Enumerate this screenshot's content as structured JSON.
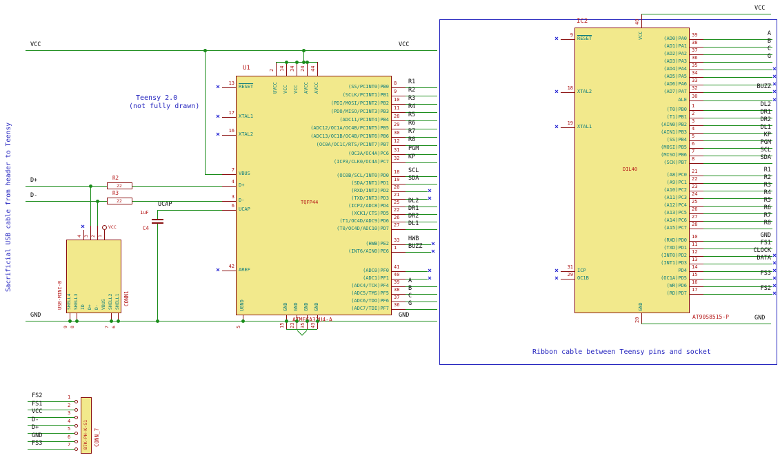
{
  "colors": {
    "wire": "#1a8c1a",
    "pin": "#8a1010",
    "pin_name": "#0e7d7d",
    "pin_number": "#aa1111",
    "ref_value": "#b51818",
    "body_fill": "#f2e98c",
    "body_border": "#8a1010",
    "label": "#0a0a0a",
    "note": "#2626bf",
    "nc": "#2b2bd4",
    "sheet_box": "#2626bf"
  },
  "symbols": {
    "nc_mark": "×"
  },
  "notes": {
    "usb_cable": "Sacrificial USB cable from header to Teensy",
    "teensy_line1": "Teensy 2.0",
    "teensy_line2": "(not fully drawn)",
    "ribbon": "Ribbon cable between Teensy pins and socket"
  },
  "net_labels": {
    "vcc": "VCC",
    "gnd": "GND",
    "dplus": "D+",
    "dminus": "D-",
    "ucap": "UCAP"
  },
  "power_port": {
    "label": "VCC"
  },
  "u1": {
    "ref": "U1",
    "footprint": "TQFP44",
    "value": "ATMEGA32U4-A",
    "left_pins": [
      {
        "num": "13",
        "name": "RESET",
        "nc": true,
        "overline": true
      },
      {
        "num": "17",
        "name": "XTAL1",
        "nc": true
      },
      {
        "num": "16",
        "name": "XTAL2",
        "nc": true
      },
      {
        "num": "7",
        "name": "VBUS"
      },
      {
        "num": "4",
        "name": "D+"
      },
      {
        "num": "3",
        "name": "D-"
      },
      {
        "num": "6",
        "name": "UCAP"
      },
      {
        "num": "42",
        "name": "AREF",
        "nc": true
      }
    ],
    "top_pins": [
      {
        "num": "2",
        "name": "UVCC"
      },
      {
        "num": "14",
        "name": "VCC"
      },
      {
        "num": "34",
        "name": "VCC"
      },
      {
        "num": "24",
        "name": "AVCC"
      },
      {
        "num": "44",
        "name": "AVCC"
      }
    ],
    "bottom_pins": [
      {
        "num": "5",
        "name": "UGND"
      },
      {
        "num": "15",
        "name": "GND"
      },
      {
        "num": "23",
        "name": "GND"
      },
      {
        "num": "35",
        "name": "GND"
      },
      {
        "num": "43",
        "name": "GND"
      }
    ],
    "right_groups": [
      {
        "pins": [
          {
            "num": "8",
            "name": "(SS/PCINT0)PB0",
            "label": "R1"
          },
          {
            "num": "9",
            "name": "(SCLK/PCINT1)PB1",
            "label": "R2"
          },
          {
            "num": "10",
            "name": "(PDI/MOSI/PCINT2)PB2",
            "label": "R3"
          },
          {
            "num": "11",
            "name": "(PDO/MISO/PCINT3)PB3",
            "label": "R4"
          },
          {
            "num": "28",
            "name": "(ADC11/PCINT4)PB4",
            "label": "R5"
          },
          {
            "num": "29",
            "name": "(ADC12/OC1A/OC4B/PCINT5)PB5",
            "label": "R6"
          },
          {
            "num": "30",
            "name": "(ADC13/OC1B/OC4B/PCINT6)PB6",
            "label": "R7"
          },
          {
            "num": "12",
            "name": "(OC0A/OC1C/RTS/PCINT7)PB7",
            "label": "R8"
          }
        ]
      },
      {
        "pins": [
          {
            "num": "31",
            "name": "(OC3A/OC4A)PC6",
            "label": "PGM"
          },
          {
            "num": "32",
            "name": "(ICP3/CLK0/OC4A)PC7",
            "label": "KP"
          }
        ]
      },
      {
        "pins": [
          {
            "num": "18",
            "name": "(OC0B/SCL/INT0)PD0",
            "label": "SCL"
          },
          {
            "num": "19",
            "name": "(SDA/INT1)PD1",
            "label": "SDA"
          },
          {
            "num": "20",
            "name": "(RXD/INT2)PD2",
            "nc": true
          },
          {
            "num": "21",
            "name": "(TXD/INT3)PD3",
            "nc": true
          },
          {
            "num": "25",
            "name": "(ICP2/ADC8)PD4",
            "label": "DL2"
          },
          {
            "num": "22",
            "name": "(XCK1/CTS)PD5",
            "label": "DR1"
          },
          {
            "num": "26",
            "name": "(T1/OC4D/ADC9)PD6",
            "label": "DR2"
          },
          {
            "num": "27",
            "name": "(T0/OC4D/ADC10)PD7",
            "label": "DL1"
          }
        ]
      },
      {
        "pins": [
          {
            "num": "33",
            "name": "(HWB)PE2",
            "label": "HWB",
            "nc": true
          },
          {
            "num": "1",
            "name": "(INT6/AIN0)PE6",
            "label": "BUZZ",
            "nc": true
          }
        ]
      },
      {
        "pins": [
          {
            "num": "41",
            "name": "(ADC0)PF0",
            "nc": true
          },
          {
            "num": "40",
            "name": "(ADC1)PF1",
            "nc": true
          },
          {
            "num": "39",
            "name": "(ADC4/TCK)PF4",
            "label": "A"
          },
          {
            "num": "38",
            "name": "(ADC5/TMS)PF5",
            "label": "B"
          },
          {
            "num": "37",
            "name": "(ADC6/TDO)PF6",
            "label": "C"
          },
          {
            "num": "36",
            "name": "(ADC7/TDI)PF7",
            "label": "G"
          }
        ]
      }
    ]
  },
  "ic2": {
    "ref": "IC2",
    "value": "AT90S8515-P",
    "footprint": "DIL40",
    "left_pins": [
      {
        "num": "9",
        "name": "RESET",
        "nc": true,
        "overline": true
      },
      {
        "num": "18",
        "name": "XTAL2",
        "nc": true
      },
      {
        "num": "19",
        "name": "XTAL1",
        "nc": true
      },
      {
        "num": "31",
        "name": "ICP",
        "nc": true
      },
      {
        "num": "29",
        "name": "OC1B",
        "nc": true
      }
    ],
    "top_pins": [
      {
        "num": "40",
        "name": "VCC"
      }
    ],
    "bottom_pins": [
      {
        "num": "20",
        "name": "GND"
      }
    ],
    "right_groups": [
      {
        "pins": [
          {
            "num": "39",
            "name": "(AD0)PA0",
            "label": "A"
          },
          {
            "num": "38",
            "name": "(AD1)PA1",
            "label": "B"
          },
          {
            "num": "37",
            "name": "(AD2)PA2",
            "label": "C"
          },
          {
            "num": "36",
            "name": "(AD3)PA3",
            "label": "G"
          },
          {
            "num": "35",
            "name": "(AD4)PA4",
            "nc": true
          },
          {
            "num": "34",
            "name": "(AD5)PA5",
            "nc": true
          },
          {
            "num": "33",
            "name": "(AD6)PA6",
            "nc": true
          },
          {
            "num": "32",
            "name": "(AD7)PA7",
            "label": "BUZZ",
            "nc": true
          }
        ]
      },
      {
        "pins": [
          {
            "num": "30",
            "name": "ALE",
            "nc": true
          }
        ]
      },
      {
        "pins": [
          {
            "num": "1",
            "name": "(T0)PB0",
            "label": "DL2"
          },
          {
            "num": "2",
            "name": "(T1)PB1",
            "label": "DR1"
          },
          {
            "num": "3",
            "name": "(AIN0)PB2",
            "label": "DR2"
          },
          {
            "num": "4",
            "name": "(AIN1)PB3",
            "label": "DL1"
          },
          {
            "num": "5",
            "name": "(SS)PB4",
            "label": "KP"
          },
          {
            "num": "6",
            "name": "(MOSI)PB5",
            "label": "PGM"
          },
          {
            "num": "7",
            "name": "(MISO)PB6",
            "label": "SCL"
          },
          {
            "num": "8",
            "name": "(SCK)PB7",
            "label": "SDA"
          }
        ]
      },
      {
        "pins": [
          {
            "num": "21",
            "name": "(A8)PC0",
            "label": "R1"
          },
          {
            "num": "22",
            "name": "(A9)PC1",
            "label": "R2"
          },
          {
            "num": "23",
            "name": "(A10)PC2",
            "label": "R3"
          },
          {
            "num": "24",
            "name": "(A11)PC3",
            "label": "R4"
          },
          {
            "num": "25",
            "name": "(A12)PC4",
            "label": "R5"
          },
          {
            "num": "26",
            "name": "(A13)PC5",
            "label": "R6"
          },
          {
            "num": "27",
            "name": "(A14)PC6",
            "label": "R7"
          },
          {
            "num": "28",
            "name": "(A15)PC7",
            "label": "R8"
          }
        ]
      },
      {
        "pins": [
          {
            "num": "10",
            "name": "(RXD)PD0",
            "label": "GND"
          },
          {
            "num": "11",
            "name": "(TXD)PD1",
            "label": "FS1"
          },
          {
            "num": "12",
            "name": "(INT0)PD2",
            "label": "CLOCK",
            "nc": true
          },
          {
            "num": "13",
            "name": "(INT1)PD3",
            "label": "DATA",
            "nc": true
          },
          {
            "num": "14",
            "name": "PD4",
            "nc": true
          },
          {
            "num": "15",
            "name": "(OC1A)PD5",
            "label": "FS3",
            "nc": true
          },
          {
            "num": "16",
            "name": "(WR)PD6",
            "nc": true
          },
          {
            "num": "17",
            "name": "(RD)PD7",
            "label": "FS2",
            "nc": true
          }
        ]
      }
    ]
  },
  "conn1": {
    "ref": "CONN1",
    "value": "USB-MINI-B",
    "columns": [
      {
        "name": "SHELL4",
        "num": "9",
        "side": "bottom"
      },
      {
        "name": "SHELL3",
        "num": "8",
        "side": "bottom"
      },
      {
        "name": "ID",
        "num": "4",
        "side": "top",
        "nc": true
      },
      {
        "name": "D+",
        "num": "3",
        "side": "top"
      },
      {
        "name": "D-",
        "num": "2",
        "side": "top"
      },
      {
        "name": "VBUS",
        "num": "1",
        "side": "top",
        "power": true
      },
      {
        "name": "SHELL2",
        "num": "7",
        "side": "bottom"
      },
      {
        "name": "SHELL1",
        "num": "6",
        "side": "bottom"
      }
    ]
  },
  "conn7": {
    "ref": "CONN_7",
    "value": "B7K-PH-K-S1",
    "rows": [
      {
        "num": "1",
        "label": "FS2"
      },
      {
        "num": "2",
        "label": "FS1"
      },
      {
        "num": "3",
        "label": "VCC"
      },
      {
        "num": "4",
        "label": "D-"
      },
      {
        "num": "5",
        "label": "D+"
      },
      {
        "num": "6",
        "label": "GND"
      },
      {
        "num": "7",
        "label": "FS3"
      }
    ]
  },
  "resistors": [
    {
      "ref": "R2",
      "value": "22"
    },
    {
      "ref": "R3",
      "value": "22"
    }
  ],
  "capacitor": {
    "ref": "C4",
    "value": "1uF"
  }
}
